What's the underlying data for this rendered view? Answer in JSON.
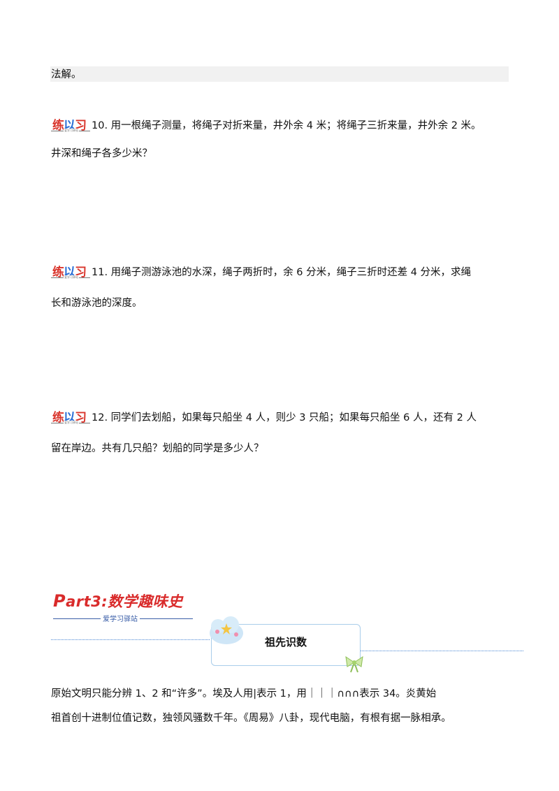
{
  "top_fragment": "法解。",
  "badge": {
    "text_left": "练",
    "text_mid": "以",
    "text_right": "习",
    "sub": "爱学习驿站"
  },
  "problems": [
    {
      "line1": "10. 用一根绳子测量，将绳子对折来量，井外余 4 米；将绳子三折来量，井外余 2 米。",
      "line2": "井深和绳子各多少米？"
    },
    {
      "line1": "11. 用绳子测游泳池的水深，绳子两折时，余 6 分米，绳子三折时还差 4 分米，求绳",
      "line2": "长和游泳池的深度。"
    },
    {
      "line1": "12. 同学们去划船，如果每只船坐 4 人，则少 3 只船；如果每只船坐 6 人，还有 2 人",
      "line2": "留在岸边。共有几只船？划船的同学是多少人？"
    }
  ],
  "part3": {
    "p": "P",
    "rest": "art3:数学趣味史",
    "subtitle": "爱学习驿站"
  },
  "section": {
    "title": "祖先识数"
  },
  "paragraph": {
    "line1": "原始文明只能分辨 1、2 和“许多”。埃及人用|表示 1，用｜｜｜∩∩∩表示 34。炎黄始",
    "line2": "祖首创十进制位值记数，独领风骚数千年。《周易》八卦，现代电脑，有根有据一脉相承。"
  },
  "colors": {
    "accent_red": "#d92b2b",
    "accent_blue": "#2a6fd6",
    "dotted": "#4a86d4",
    "box_border": "#a9cdea"
  }
}
